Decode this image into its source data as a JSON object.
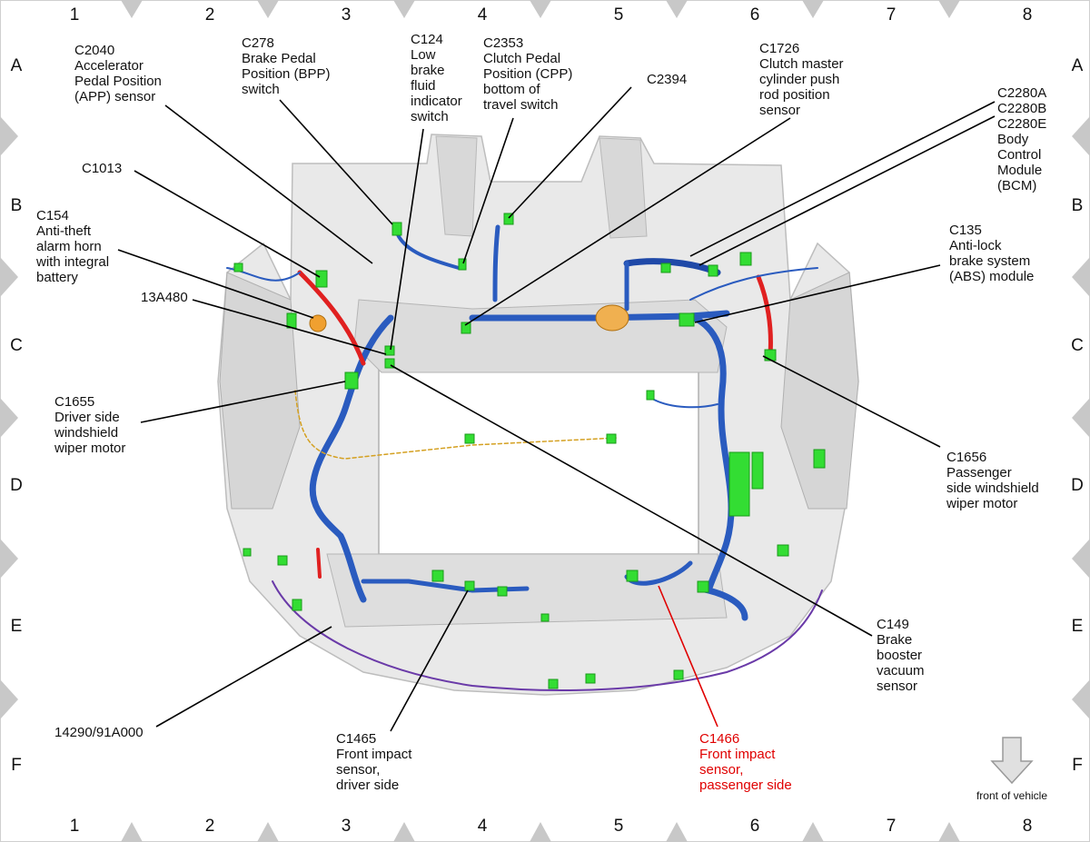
{
  "grid": {
    "columns": [
      "1",
      "2",
      "3",
      "4",
      "5",
      "6",
      "7",
      "8"
    ],
    "rows": [
      "A",
      "B",
      "C",
      "D",
      "E",
      "F"
    ]
  },
  "labels": {
    "c2040": [
      "C2040",
      "Accelerator",
      "Pedal Position",
      "(APP) sensor"
    ],
    "c278": [
      "C278",
      "Brake Pedal",
      "Position (BPP)",
      "switch"
    ],
    "c124": [
      "C124",
      "Low",
      "brake",
      "fluid",
      "indicator",
      "switch"
    ],
    "c2353": [
      "C2353",
      "Clutch Pedal",
      "Position (CPP)",
      "bottom of",
      "travel switch"
    ],
    "c2394": [
      "C2394"
    ],
    "c1726": [
      "C1726",
      "Clutch master",
      "cylinder push",
      "rod position",
      "sensor"
    ],
    "c2280": [
      "C2280A",
      "C2280B",
      "C2280E",
      "Body",
      "Control",
      "Module",
      "(BCM)"
    ],
    "c1013": [
      "C1013"
    ],
    "c154": [
      "C154",
      "Anti-theft",
      "alarm horn",
      "with integral",
      "battery"
    ],
    "c135": [
      "C135",
      "Anti-lock",
      "brake system",
      "(ABS) module"
    ],
    "p13a480": [
      "13A480"
    ],
    "c1655": [
      "C1655",
      "Driver side",
      "windshield",
      "wiper motor"
    ],
    "c1656": [
      "C1656",
      "Passenger",
      "side windshield",
      "wiper motor"
    ],
    "c149": [
      "C149",
      "Brake",
      "booster",
      "vacuum",
      "sensor"
    ],
    "p14290": [
      "14290/91A000"
    ],
    "c1465": [
      "C1465",
      "Front impact",
      "sensor,",
      "driver side"
    ],
    "c1466": [
      "C1466",
      "Front impact",
      "sensor,",
      "passenger side"
    ]
  },
  "orientation": {
    "label": "front of vehicle",
    "icon": "down-arrow-icon"
  },
  "colors": {
    "wire_blue": "#2a5bbf",
    "wire_red": "#e02020",
    "connector_green": "#33dd33",
    "highlight_label": "#e00000"
  }
}
